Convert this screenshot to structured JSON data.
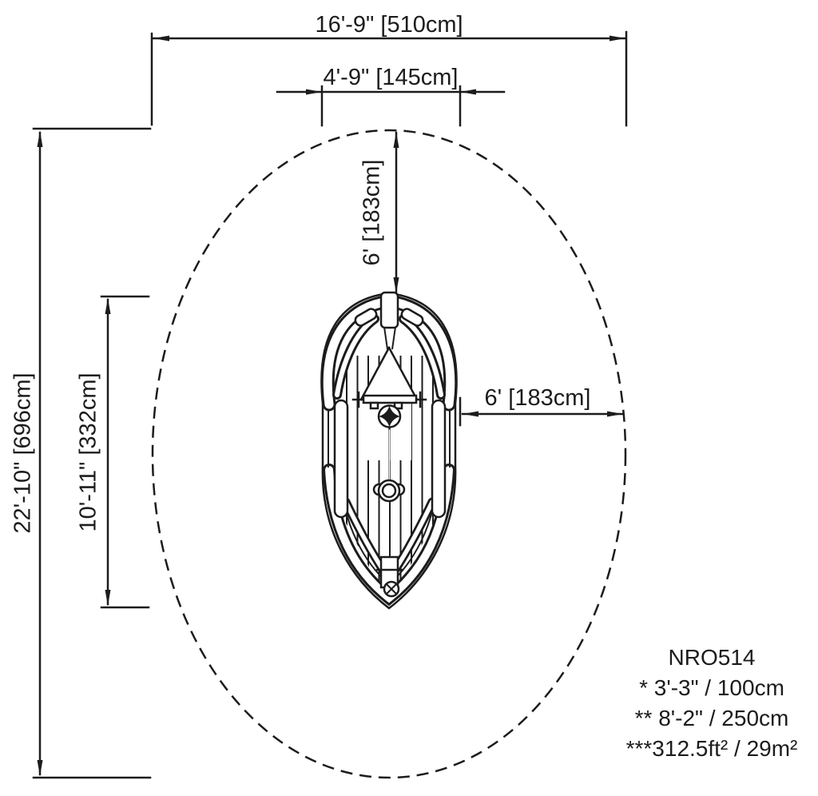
{
  "drawing": {
    "type": "playground-equipment-plan-view",
    "colors": {
      "ink": "#1c1c1c",
      "background": "#ffffff"
    },
    "dims": {
      "overall_width": "16'-9\" [510cm]",
      "unit_width": "4'-9\" [145cm]",
      "front_clearance": "6' [183cm]",
      "side_clearance": "6' [183cm]",
      "overall_length": "22'-10\" [696cm]",
      "unit_length": "10'-11\" [332cm]"
    },
    "legend": {
      "model": "NRO514",
      "line1": "* 3'-3\" / 100cm",
      "line2": "** 8'-2\" / 250cm",
      "line3": "***312.5ft² / 29m²"
    }
  }
}
